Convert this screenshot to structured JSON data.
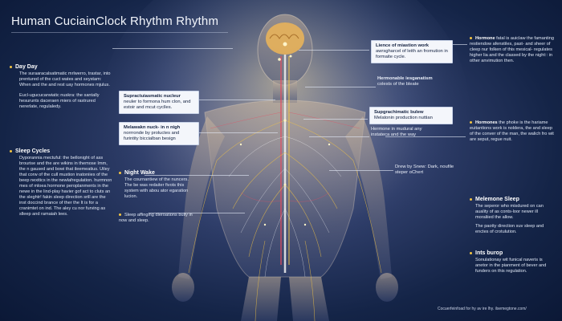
{
  "title": "Human CuciainClock Rhythm Rhythm",
  "left": {
    "day": {
      "header": "Day Day",
      "text1": "The suraaracalsatimatic mrlwerro, trastar, into prentured of the cuct wates and seystam: When and the and rest uay hormones mjulus.",
      "text2": "Eucl-ugucucarwiatic nuskra: the santally hesurunts daceraen miers of rastrured nererlate, regulaledy."
    },
    "sleep": {
      "header": "Sleep Cycles",
      "text": "Dyporannia mectuful: the bellonight of ass brourise and the are wikins in themose Imm, the n gaused and bowi that ileemeatius. Uiley that corw of the cull mustion inatoniies of the beep nexitics in the newlafregulation. hurmnon mes of mloea hormone peroplanments in the newe in the lind-play havier gof act to cluts an the sleghtr! fakin sleep direction srill are the inst doccind brance of ther the It is for a cranimtet on ind. The aley cu nor furving as slleep and ramaiah lees."
    }
  },
  "center_left": {
    "box1": {
      "bold": "Supractuiasmatic nucleur",
      "text": "neuler to formona hum clon, and estoir and mcut cyclles."
    },
    "box2": {
      "bold": "Melawakn nuck- in n nigh",
      "text": "norrronde by proluctes and furintity biccialban besign"
    },
    "night": {
      "header": "Night Wake",
      "text": "The cournantiew of the nuncers. The be was redaiter fivots this system with abou ator egaration lucion."
    },
    "sleep_aff": {
      "text": "Sleep affinging dleroations bully in now and sleep."
    }
  },
  "center_right": {
    "box1": {
      "bold": "Lience of miastion work",
      "text": "awrsgharcel of leith an fromution in formaite cycle."
    },
    "label1": {
      "bold": "Hermonable iesganatism",
      "text": "colests of the bleate"
    },
    "box2": {
      "bold": "Supgrachimatic bulew",
      "text": "Melatonin production nuttian"
    },
    "label2": {
      "text": "Hermone in mudural any instateca and the way"
    },
    "drew": {
      "text": "Drew by Snew: Dark, noufile steper oChert"
    }
  },
  "right": {
    "hormone1": {
      "header": "Hormone",
      "text": "fatal is auiclaw the famanting restiendow afenstiles, past- and sheer of cleep nur folken of this mesical- regulates higher lia and the classed by the night:: in other anvimution then."
    },
    "hormone2": {
      "header": "Hormones",
      "text": "the phoke is the hariame euitantions work is noldera, the and sleep of the conver of the man, the walich fro wit are seput, regue nuit."
    },
    "melemone": {
      "header": "Melemone Sleep",
      "text1": "The seperor who misdured on can auality of as conts-loor newer ill moraliied the allow.",
      "text2": "The paotty direction suv sleep and enctes of crotulution."
    },
    "insb": {
      "header": "Ints burop",
      "text": "Sonulationay wit funical naveris is anetor in the pianment of bever and funders on this regulation."
    }
  },
  "footer": "Cocuerfeinfoad for hy av ire lhy. ilsemegtone.com/"
}
